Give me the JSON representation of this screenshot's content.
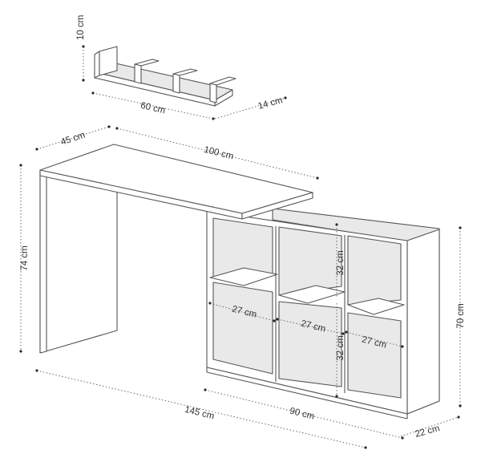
{
  "dimensions": {
    "shelf_height": "10 cm",
    "shelf_width": "60 cm",
    "shelf_depth": "14 cm",
    "desk_depth": "45 cm",
    "desk_top_width": "100 cm",
    "desk_height": "74 cm",
    "cube_height_upper": "32 cm",
    "cube_height_lower": "32 cm",
    "cube_width_left": "27 cm",
    "cube_width_middle": "27 cm",
    "cube_width_right": "27 cm",
    "unit_height": "70 cm",
    "total_width": "145 cm",
    "unit_width": "90 cm",
    "unit_depth": "22 cm"
  },
  "colors": {
    "line": "#555555",
    "panel": "#ffffff",
    "back": "#e9e9e9",
    "text": "#333333"
  }
}
